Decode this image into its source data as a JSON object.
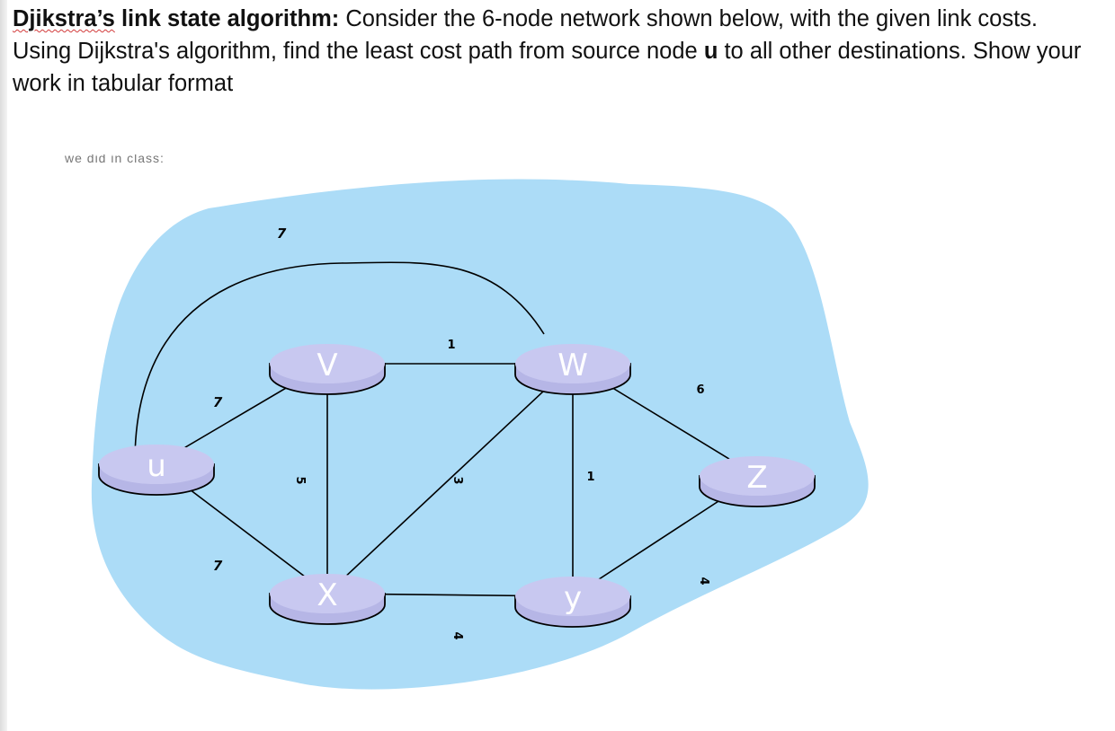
{
  "question": {
    "title": "Djikstra’s link state algorithm:",
    "text_before_node": " Consider the 6-node network shown below, with the given link costs. Using Dijkstra's algorithm, find the least cost path from source node ",
    "source_node": "u",
    "text_after_node": " to all other destinations. Show your work in tabular format"
  },
  "faint_text": "we did in class:",
  "network": {
    "colors": {
      "cloud": "#acdcf7",
      "node_top": "#c8c8f0",
      "node_side": "#b6b6e6",
      "node_stroke": "#000000",
      "link": "#000000"
    },
    "nodes": [
      {
        "id": "u",
        "label": "u"
      },
      {
        "id": "v",
        "label": "V"
      },
      {
        "id": "w",
        "label": "W"
      },
      {
        "id": "x",
        "label": "X"
      },
      {
        "id": "y",
        "label": "y"
      },
      {
        "id": "z",
        "label": "Z"
      }
    ],
    "links": [
      {
        "from": "u",
        "to": "w",
        "cost": "7"
      },
      {
        "from": "u",
        "to": "v",
        "cost": "7"
      },
      {
        "from": "u",
        "to": "x",
        "cost": "7"
      },
      {
        "from": "v",
        "to": "w",
        "cost": "1"
      },
      {
        "from": "v",
        "to": "x",
        "cost": "5"
      },
      {
        "from": "w",
        "to": "x",
        "cost": "3"
      },
      {
        "from": "w",
        "to": "y",
        "cost": "1"
      },
      {
        "from": "w",
        "to": "z",
        "cost": "6"
      },
      {
        "from": "x",
        "to": "y",
        "cost": "4"
      },
      {
        "from": "y",
        "to": "z",
        "cost": "4"
      }
    ]
  }
}
